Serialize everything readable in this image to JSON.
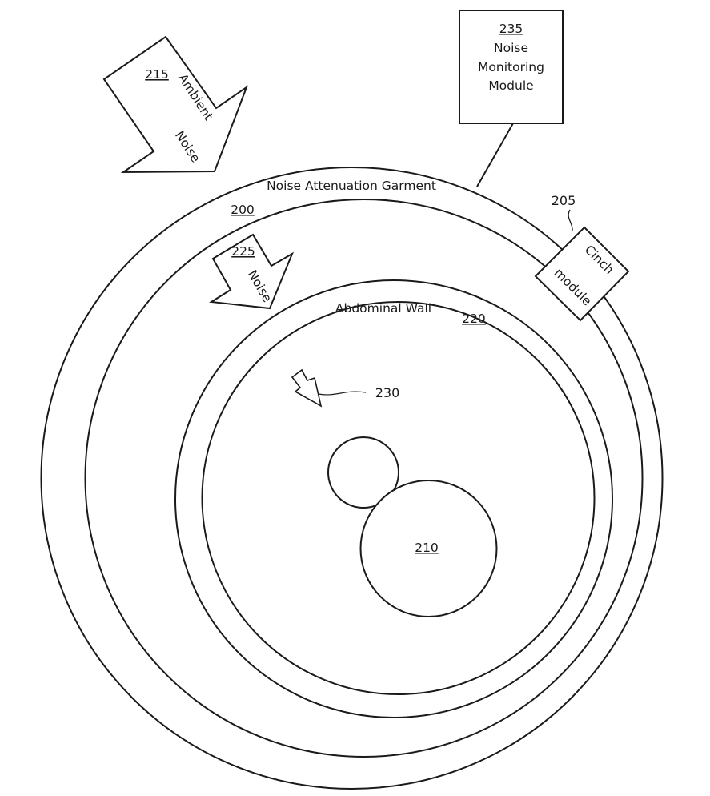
{
  "labels": {
    "garment": "Noise Attenuation Garment",
    "garment_ref": "200",
    "cinch_ref": "205",
    "cinch_line1": "Cinch",
    "cinch_line2": "module",
    "fetus_ref": "210",
    "ambient_ref": "215",
    "ambient_line1": "Ambient",
    "ambient_line2": "Noise",
    "abdominal": "Abdominal Wall",
    "abdominal_ref": "220",
    "noise_ref": "225",
    "noise_label": "Noise",
    "inner_ref": "230",
    "monitor_ref": "235",
    "monitor_line1": "Noise",
    "monitor_line2": "Monitoring",
    "monitor_line3": "Module"
  }
}
